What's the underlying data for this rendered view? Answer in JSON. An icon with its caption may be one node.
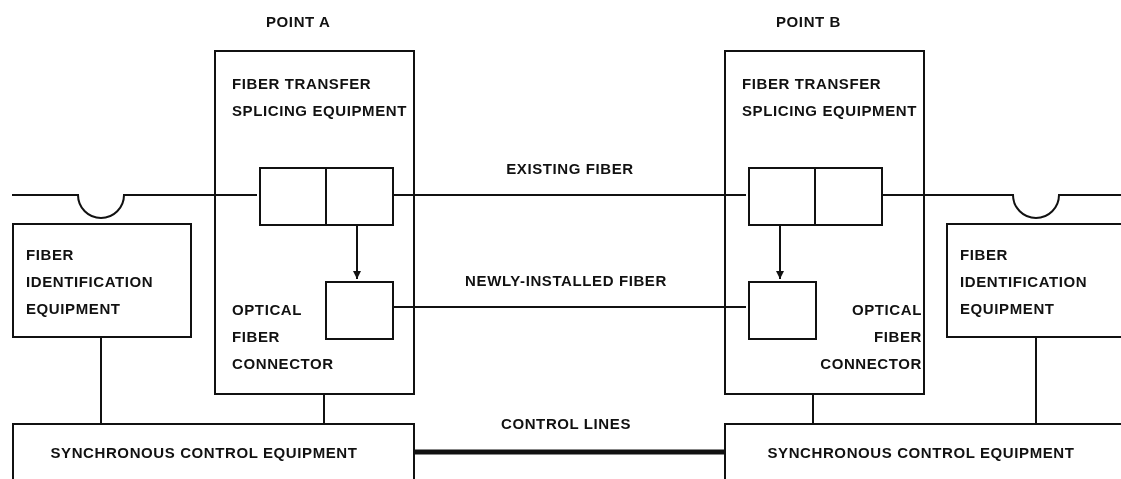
{
  "diagram": {
    "nodes": [
      {
        "text": [
          "POINT A",
          "FIBER TRANSFER SPLICING EQUIPMENT",
          "OPTICAL FIBER CONNECTOR"
        ]
      },
      {
        "text": [],
        "shape": "box",
        "in": 0
      },
      {
        "text": [],
        "shape": "box",
        "in": 0
      },
      {
        "text": [],
        "shape": "box",
        "in": 0
      },
      {
        "text": [
          "POINT B",
          "FIBER TRANSFER SPLICING EQUIPMENT",
          "OPTICAL FIBER CONNECTOR"
        ]
      },
      {
        "text": [],
        "shape": "box",
        "in": 4
      },
      {
        "text": [],
        "shape": "box",
        "in": 4
      },
      {
        "text": [],
        "shape": "box",
        "in": 4
      },
      {
        "text": [
          "FIBER IDENTIFICATION EQUIPMENT"
        ]
      },
      {
        "text": [
          "FIBER IDENTIFICATION EQUIPMENT"
        ]
      },
      {
        "text": [
          "SYNCHRONOUS CONTROL EQUIPMENT"
        ]
      },
      {
        "text": [
          "SYNCHRONOUS CONTROL EQUIPMENT"
        ]
      }
    ],
    "edges": [
      {
        "from": null,
        "to": 1,
        "arrow": "none"
      },
      {
        "from": 2,
        "to": 5,
        "arrow": "none",
        "label": "EXISTING FIBER"
      },
      {
        "from": 6,
        "to": null,
        "arrow": "none"
      },
      {
        "from": 2,
        "to": 3,
        "arrow": "to"
      },
      {
        "from": 5,
        "to": 7,
        "arrow": "to"
      },
      {
        "from": 3,
        "to": 7,
        "arrow": "none",
        "label": "NEWLY-INSTALLED FIBER"
      },
      {
        "from": 8,
        "to": 10,
        "arrow": "none"
      },
      {
        "from": 0,
        "to": 10,
        "arrow": "none"
      },
      {
        "from": 4,
        "to": 11,
        "arrow": "none"
      },
      {
        "from": 9,
        "to": 11,
        "arrow": "none"
      },
      {
        "from": 10,
        "to": 11,
        "arrow": "none",
        "label": "CONTROL LINES",
        "style": "thick"
      }
    ]
  }
}
